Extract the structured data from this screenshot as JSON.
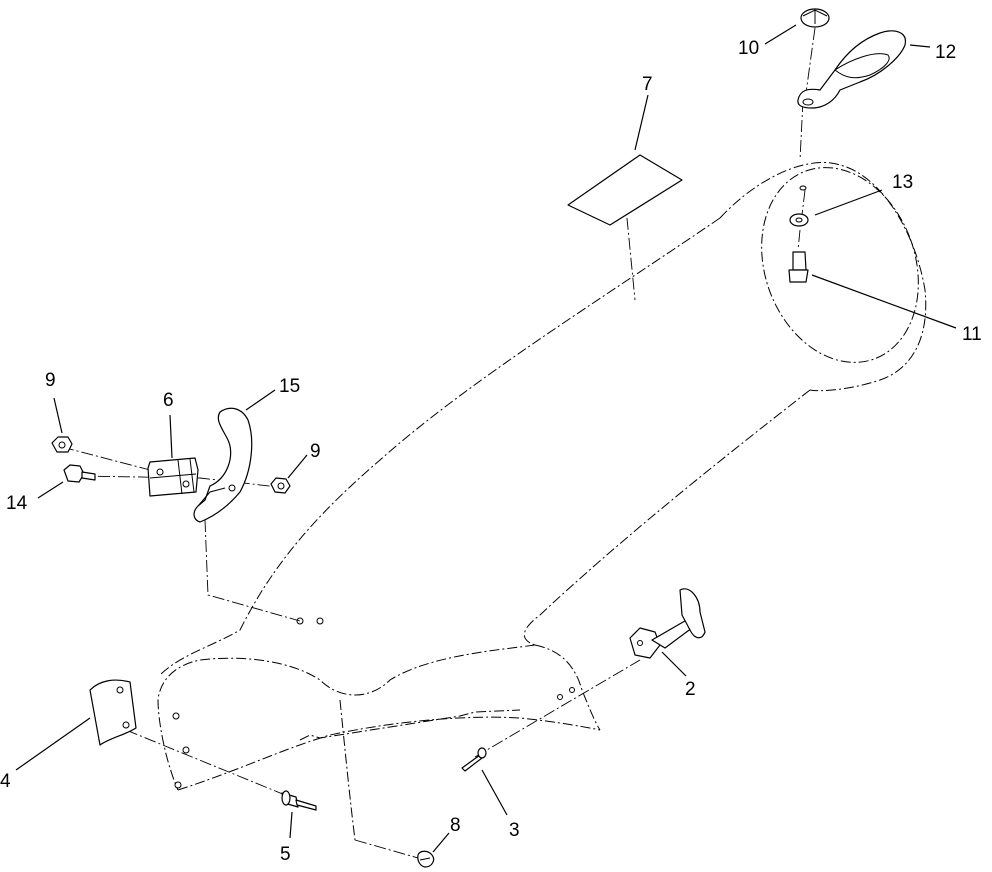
{
  "callouts": [
    {
      "id": "c1",
      "label": "10"
    },
    {
      "id": "c2",
      "label": "12"
    },
    {
      "id": "c3",
      "label": "7"
    },
    {
      "id": "c4",
      "label": "13"
    },
    {
      "id": "c5",
      "label": "11"
    },
    {
      "id": "c6",
      "label": "9"
    },
    {
      "id": "c7",
      "label": "6"
    },
    {
      "id": "c8",
      "label": "15"
    },
    {
      "id": "c9",
      "label": "9"
    },
    {
      "id": "c10",
      "label": "14"
    },
    {
      "id": "c11",
      "label": "2"
    },
    {
      "id": "c12",
      "label": "4"
    },
    {
      "id": "c13",
      "label": "3"
    },
    {
      "id": "c14",
      "label": "8"
    },
    {
      "id": "c15",
      "label": "5"
    }
  ]
}
